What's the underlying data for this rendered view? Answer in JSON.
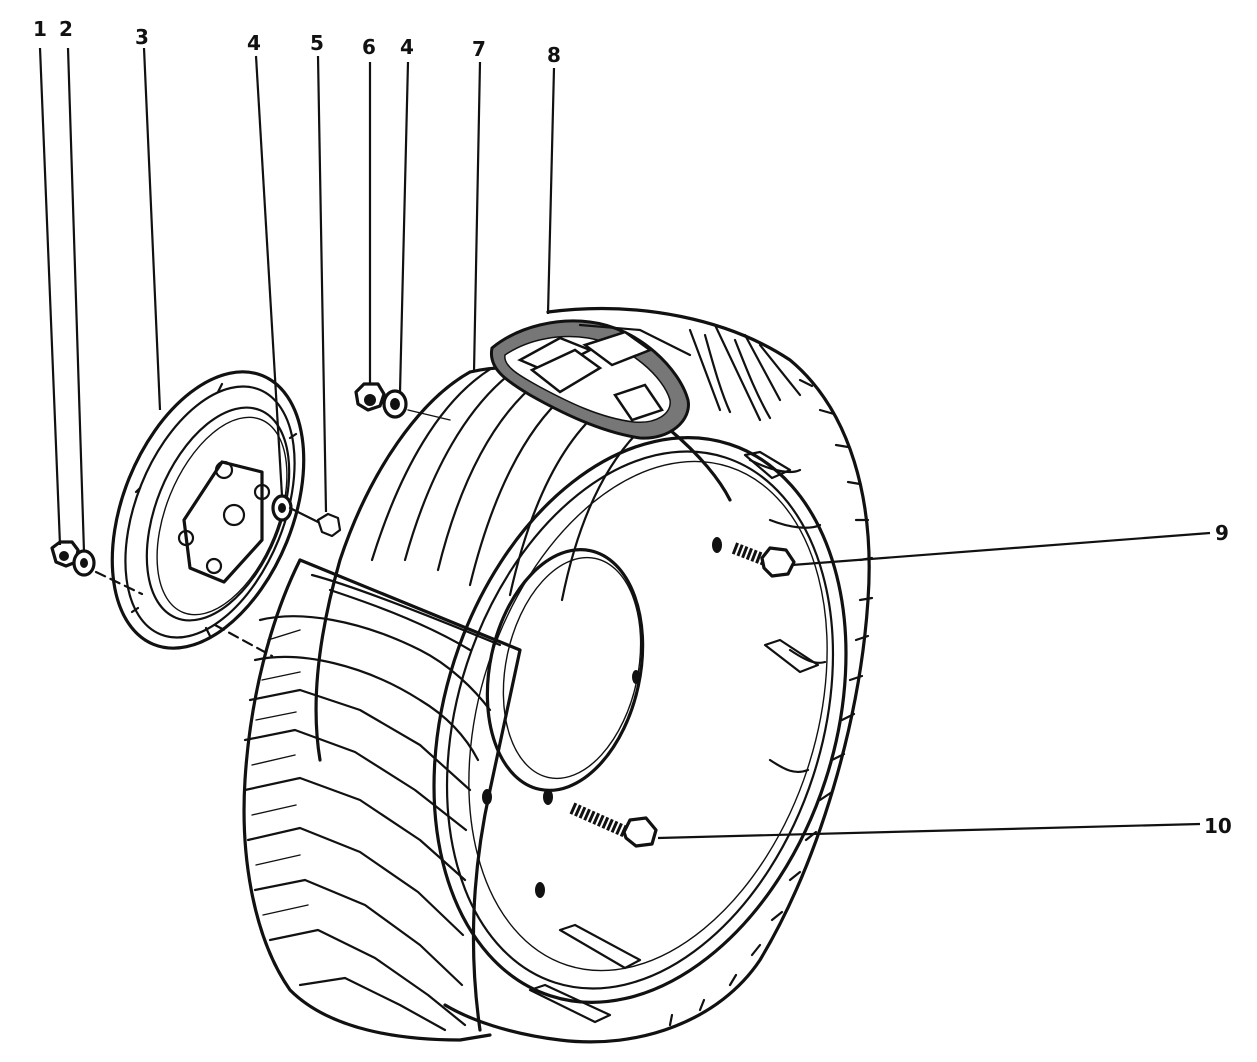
{
  "callouts": {
    "c1": "1",
    "c2": "2",
    "c3": "3",
    "c4a": "4",
    "c5": "5",
    "c6": "6",
    "c4b": "4",
    "c7": "7",
    "c8": "8",
    "c9": "9",
    "c10": "10"
  },
  "colors": {
    "ink": "#111111",
    "paper": "#ffffff"
  }
}
